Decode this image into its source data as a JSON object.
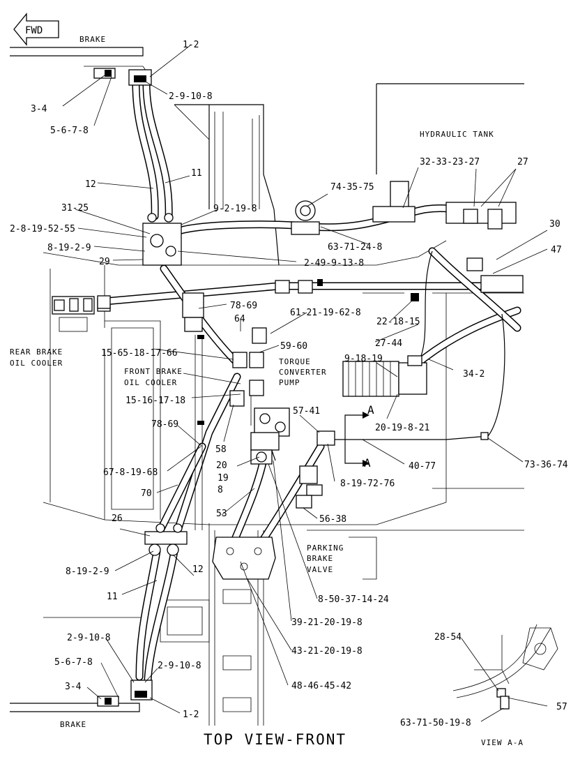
{
  "fwd": "FWD",
  "title": "TOP VIEW-FRONT",
  "view_label": "VIEW A-A",
  "captions": {
    "brake_top": "BRAKE",
    "brake_bottom": "BRAKE",
    "hydraulic_tank": "HYDRAULIC TANK",
    "rear_cooler_1": "REAR BRAKE",
    "rear_cooler_2": "OIL COOLER",
    "front_cooler_1": "FRONT BRAKE",
    "front_cooler_2": "OIL COOLER",
    "pump_1": "TORQUE",
    "pump_2": "CONVERTER",
    "pump_3": "PUMP",
    "park_1": "PARKING",
    "park_2": "BRAKE",
    "park_3": "VALVE",
    "section_a_1": "A",
    "section_a_2": "A"
  },
  "callouts": {
    "c_1_2_top": "1-2",
    "c_2_9_10_8_top": "2-9-10-8",
    "c_3_4_top": "3-4",
    "c_5_6_7_8_top": "5-6-7-8",
    "c_11_top": "11",
    "c_12_top": "12",
    "c_31_25": "31-25",
    "c_2_8_19_52_55": "2-8-19-52-55",
    "c_8_19_2_9_top": "8-19-2-9",
    "c_29": "29",
    "c_9_2_19_8": "9-2-19-8",
    "c_74_35_75": "74-35-75",
    "c_32_33_23_27": "32-33-23-27",
    "c_27": "27",
    "c_30": "30",
    "c_47": "47",
    "c_63_71_24_8": "63-71-24-8",
    "c_2_49_9_13_8": "2-49-9-13-8",
    "c_78_69_top": "78-69",
    "c_61_21_19_62_8": "61-21-19-62-8",
    "c_22_18_15": "22-18-15",
    "c_64": "64",
    "c_27_44": "27-44",
    "c_15_65_18_17_66": "15-65-18-17-66",
    "c_59_60": "59-60",
    "c_9_18_19": "9-18-19",
    "c_34_2": "34-2",
    "c_15_16_17_18": "15-16-17-18",
    "c_57_41": "57-41",
    "c_78_69_bot": "78-69",
    "c_20_19_8_21": "20-19-8-21",
    "c_58": "58",
    "c_67_8_19_68": "67-8-19-68",
    "c_20": "20",
    "c_19": "19",
    "c_8": "8",
    "c_40_77": "40-77",
    "c_73_36_74": "73-36-74",
    "c_8_19_72_76": "8-19-72-76",
    "c_70": "70",
    "c_53": "53",
    "c_56_38": "56-38",
    "c_26": "26",
    "c_8_19_2_9_bot": "8-19-2-9",
    "c_12_bot": "12",
    "c_11_bot": "11",
    "c_8_50_37_14_24": "8-50-37-14-24",
    "c_39_21_20_19_8": "39-21-20-19-8",
    "c_43_21_20_19_8": "43-21-20-19-8",
    "c_48_46_45_42": "48-46-45-42",
    "c_2_9_10_8_bot_a": "2-9-10-8",
    "c_5_6_7_8_bot": "5-6-7-8",
    "c_2_9_10_8_bot_b": "2-9-10-8",
    "c_3_4_bot": "3-4",
    "c_1_2_bot": "1-2",
    "c_28_54": "28-54",
    "c_57_view": "57",
    "c_63_71_50_19_8": "63-71-50-19-8"
  }
}
